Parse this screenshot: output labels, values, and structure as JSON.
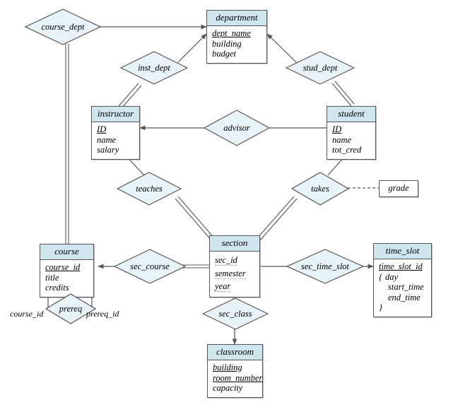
{
  "diagram": {
    "title": "University ER Diagram",
    "colors": {
      "entity_header": "#cfe6ef",
      "diamond_fill": "#e8f3f8",
      "line": "#555555",
      "background": "#ffffff"
    }
  },
  "entities": [
    {
      "id": "department",
      "name": "department",
      "attributes": [
        {
          "label": "dept_name",
          "key": true
        },
        {
          "label": "building",
          "key": false
        },
        {
          "label": "budget",
          "key": false
        }
      ]
    },
    {
      "id": "instructor",
      "name": "instructor",
      "attributes": [
        {
          "label": "ID",
          "key": true
        },
        {
          "label": "name",
          "key": false
        },
        {
          "label": "salary",
          "key": false
        }
      ]
    },
    {
      "id": "student",
      "name": "student",
      "attributes": [
        {
          "label": "ID",
          "key": true
        },
        {
          "label": "name",
          "key": false
        },
        {
          "label": "tot_cred",
          "key": false
        }
      ]
    },
    {
      "id": "course",
      "name": "course",
      "attributes": [
        {
          "label": "course_id",
          "key": true
        },
        {
          "label": "title",
          "key": false
        },
        {
          "label": "credits",
          "key": false
        }
      ]
    },
    {
      "id": "section",
      "name": "section",
      "attributes": [
        {
          "label": "sec_id",
          "key": true
        },
        {
          "label": "semester",
          "key": true
        },
        {
          "label": "year",
          "key": true
        }
      ]
    },
    {
      "id": "time_slot",
      "name": "time_slot",
      "attributes": [
        {
          "label": "time_slot_id",
          "key": true
        },
        {
          "label": "day",
          "key": false
        },
        {
          "label": "start_time",
          "key": false
        },
        {
          "label": "end_time",
          "key": false
        }
      ],
      "multivalued_open": "{",
      "multivalued_close": "}"
    },
    {
      "id": "classroom",
      "name": "classroom",
      "attributes": [
        {
          "label": "building",
          "key": true
        },
        {
          "label": "room_number",
          "key": true
        },
        {
          "label": "capacity",
          "key": false
        }
      ]
    }
  ],
  "relationships": [
    {
      "id": "course_dept",
      "label": "course_dept"
    },
    {
      "id": "inst_dept",
      "label": "inst_dept"
    },
    {
      "id": "stud_dept",
      "label": "stud_dept"
    },
    {
      "id": "advisor",
      "label": "advisor"
    },
    {
      "id": "teaches",
      "label": "teaches"
    },
    {
      "id": "takes",
      "label": "takes"
    },
    {
      "id": "sec_course",
      "label": "sec_course"
    },
    {
      "id": "sec_time_slot",
      "label": "sec_time_slot"
    },
    {
      "id": "sec_class",
      "label": "sec_class"
    },
    {
      "id": "prereq",
      "label": "prereq"
    }
  ],
  "descriptive_attributes": [
    {
      "id": "grade",
      "label": "grade"
    }
  ],
  "role_labels": [
    {
      "id": "course_id_role",
      "label": "course_id"
    },
    {
      "id": "prereq_id_role",
      "label": "prereq_id"
    }
  ]
}
